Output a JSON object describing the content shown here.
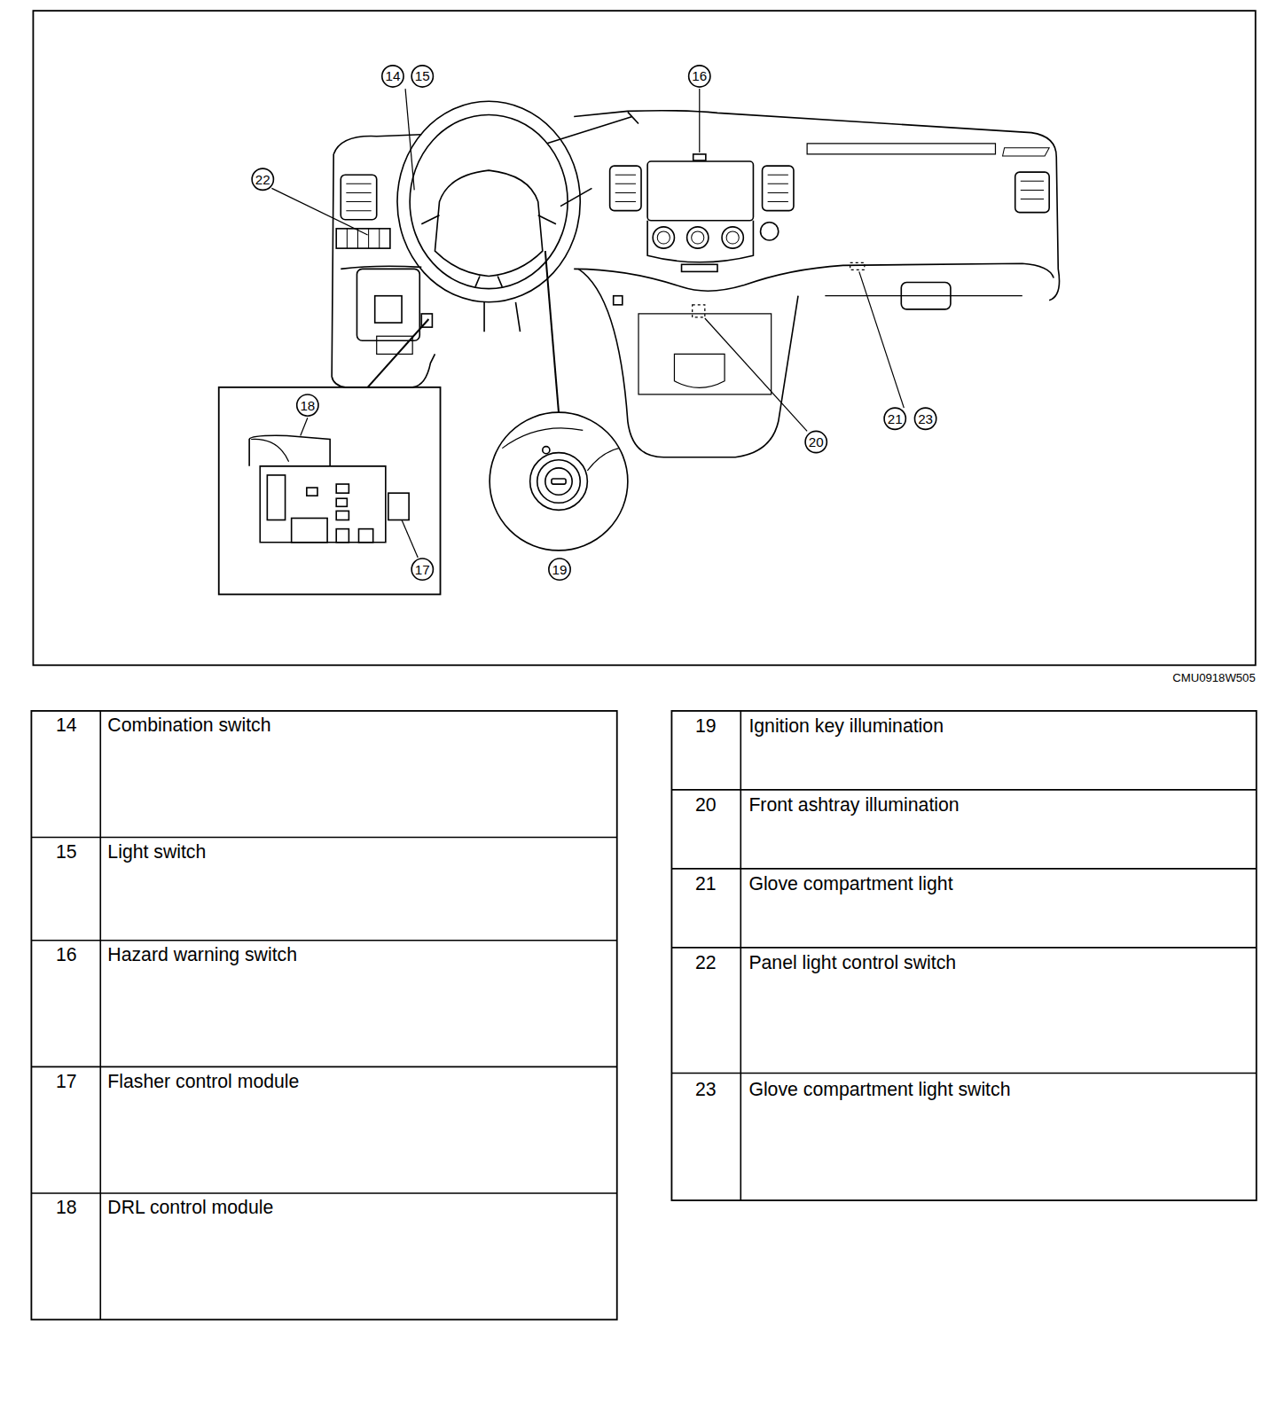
{
  "diagram": {
    "labels": [
      "14",
      "15",
      "16",
      "22",
      "18",
      "17",
      "19",
      "20",
      "21",
      "23",
      "CMU0918W505",
      "14",
      "Combination switch",
      "15",
      "Light switch",
      "16",
      "Hazard warning switch",
      "17",
      "Flasher control module",
      "18",
      "DRL control module",
      "19",
      "Ignition key illumination",
      "20",
      "Front ashtray illumination",
      "21",
      "Glove compartment light",
      "22",
      "Panel light control switch",
      "23",
      "Glove compartment light switch"
    ]
  }
}
